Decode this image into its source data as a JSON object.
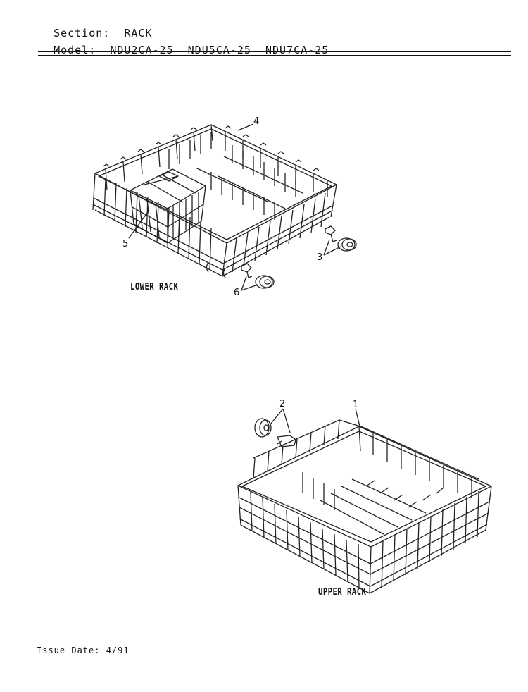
{
  "header": {
    "section_label": "Section:",
    "section_value": "RACK",
    "model_label": "Model:",
    "models": [
      "NDU2CA-25",
      "NDU5CA-25",
      "NDU7CA-25"
    ]
  },
  "diagram": {
    "lower_rack_label": "LOWER RACK",
    "upper_rack_label": "UPPER RACK",
    "callouts": [
      "1",
      "2",
      "3",
      "4",
      "5",
      "6"
    ]
  },
  "footer": {
    "issue_date": "Issue Date: 4/91"
  }
}
